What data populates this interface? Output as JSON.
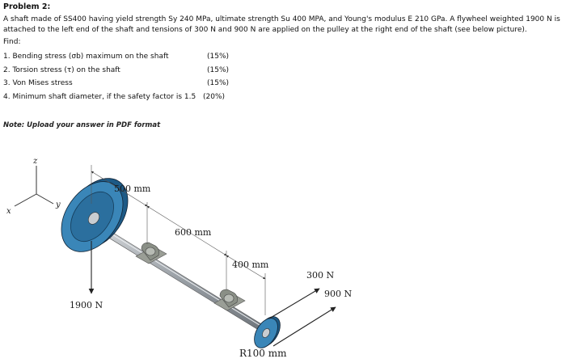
{
  "problem": {
    "title": "Problem 2:",
    "statement": "A shaft made of SS400 having yield strength Sy 240 MPa, ultimate strength Su 400 MPA, and Young's modulus E 210 GPa. A flywheel weighted 1900 N is attached to the left end of the shaft and tensions of 300 N and 900 N are applied on the pulley at the right end of the shaft (see below picture).",
    "find_label": "Find:",
    "questions": [
      {
        "text": "1. Bending stress (σb) maximum on the shaft",
        "weight": "(15%)"
      },
      {
        "text": "2. Torsion stress (τ) on the shaft",
        "weight": "(15%)"
      },
      {
        "text": "3. Von Mises stress",
        "weight": "(15%)"
      },
      {
        "text": "4. Minimum shaft diameter, if the safety factor is 1.5",
        "weight": "(20%)"
      }
    ],
    "note": "Note: Upload your answer in PDF format"
  },
  "figure": {
    "axes": {
      "z": "z",
      "y": "y",
      "x": "x"
    },
    "dimensions": {
      "d1": "500 mm",
      "d2": "600 mm",
      "d3": "400 mm",
      "radius": "R100 mm"
    },
    "loads": {
      "flywheel_weight": "1900 N",
      "tension_low": "300 N",
      "tension_high": "900 N"
    },
    "colors": {
      "wheel": "#3a86b8",
      "wheel_dark": "#1d5a86",
      "shaft": "#9aa0a6",
      "bearing": "#8a8f86"
    }
  }
}
